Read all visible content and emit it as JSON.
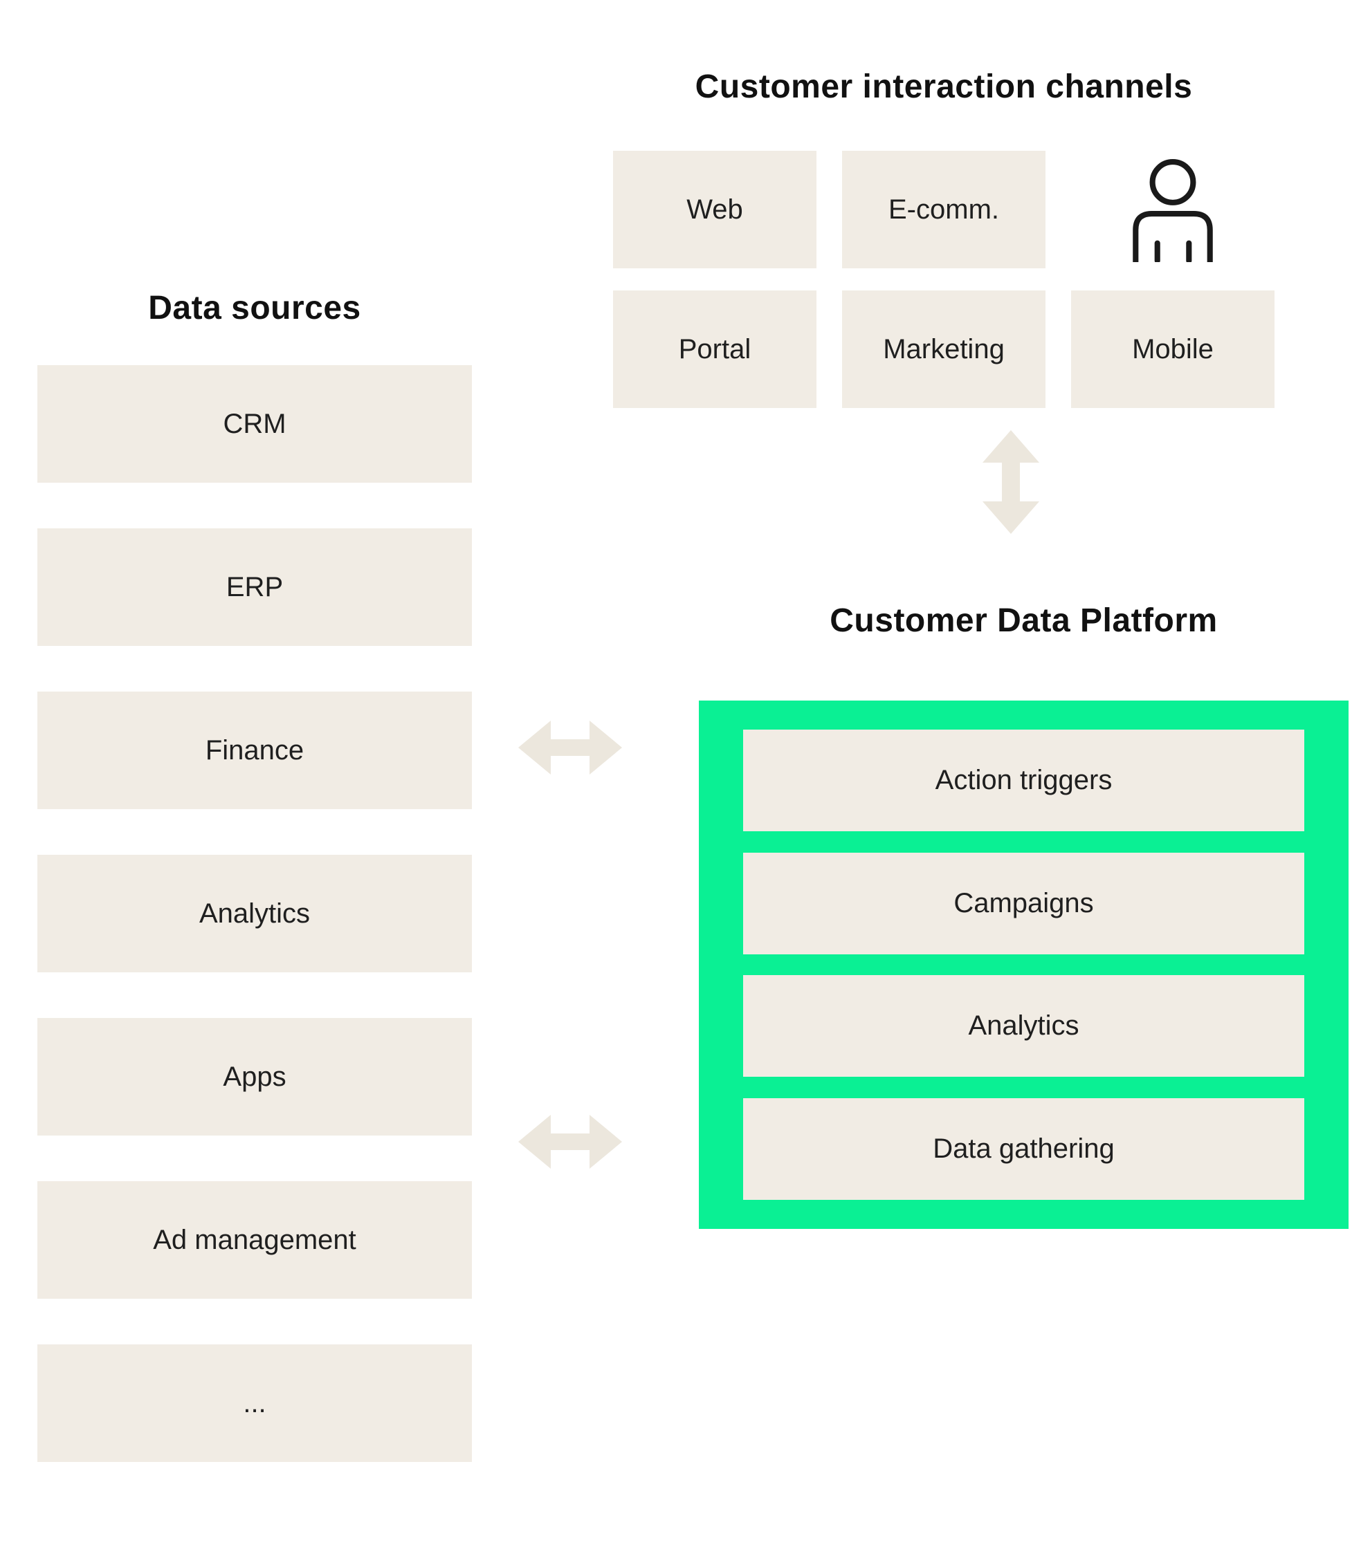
{
  "colors": {
    "background": "#ffffff",
    "box_fill": "#f1ece4",
    "arrow_fill": "#ece7dd",
    "platform_fill": "#0af094",
    "label_text": "#1f1f1f",
    "title_text": "#111111"
  },
  "data_sources": {
    "title": "Data sources",
    "items": [
      "CRM",
      "ERP",
      "Finance",
      "Analytics",
      "Apps",
      "Ad management",
      "..."
    ]
  },
  "channels": {
    "title": "Customer interaction channels",
    "row1": [
      "Web",
      "E-comm."
    ],
    "person_icon": "person-outline-icon",
    "row2": [
      "Portal",
      "Marketing",
      "Mobile"
    ]
  },
  "platform": {
    "title": "Customer Data Platform",
    "modules": [
      "Action triggers",
      "Campaigns",
      "Analytics",
      "Data gathering"
    ]
  },
  "arrows": {
    "channels_platform": "vertical-double-arrow",
    "sources_platform_top": "horizontal-double-arrow",
    "sources_platform_bottom": "horizontal-double-arrow"
  }
}
